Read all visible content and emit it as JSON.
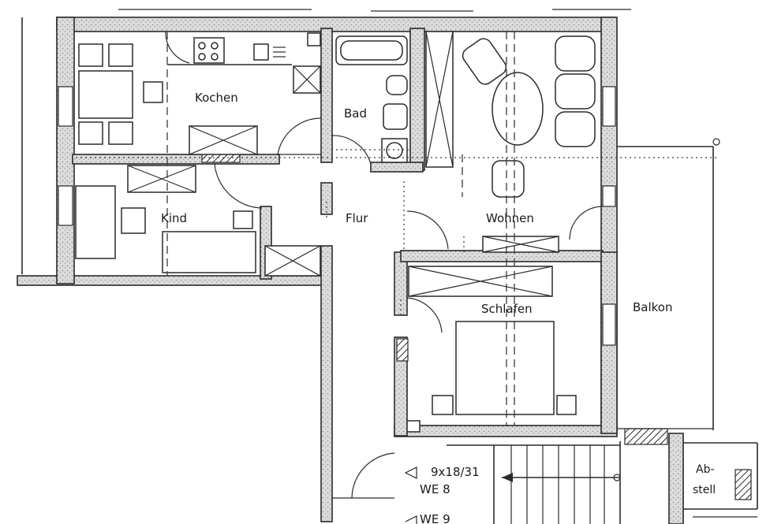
{
  "rooms": {
    "kochen": "Kochen",
    "bad": "Bad",
    "kind": "Kind",
    "flur": "Flur",
    "wohnen": "Wohnen",
    "schlafen": "Schlafen",
    "balkon": "Balkon",
    "abstell_1": "Ab-",
    "abstell_2": "stell"
  },
  "stair": {
    "dimension": "9x18/31",
    "unit_8": "WE 8",
    "unit_9": "WE 9"
  }
}
